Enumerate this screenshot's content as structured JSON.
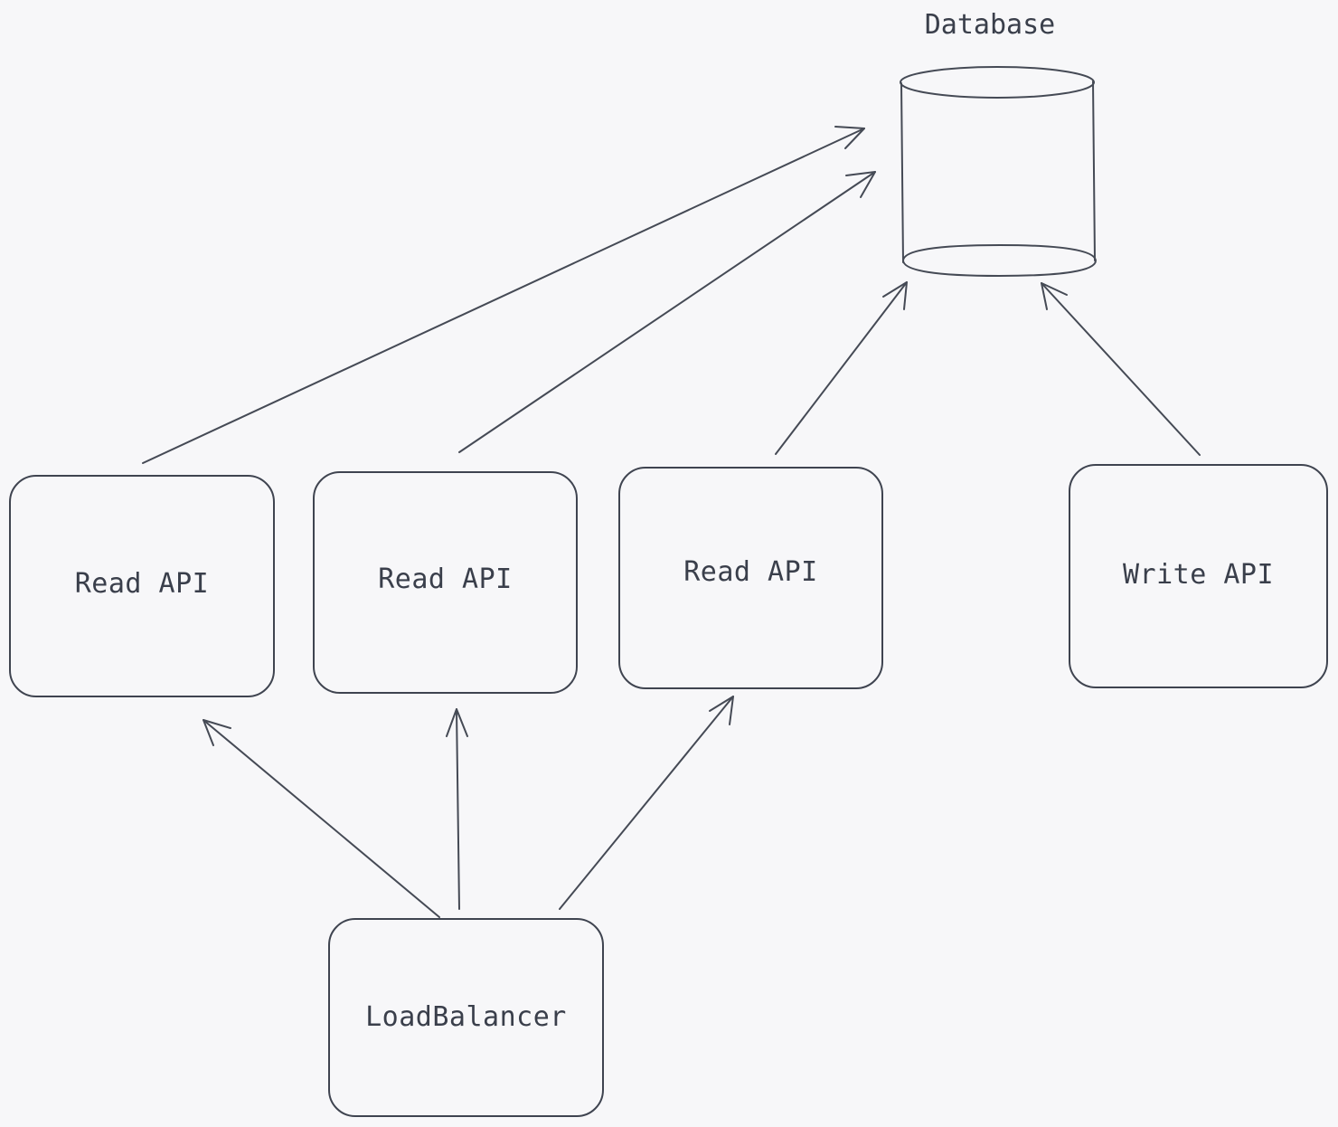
{
  "nodes": {
    "database": {
      "label": "Database"
    },
    "read_api_1": {
      "label": "Read API"
    },
    "read_api_2": {
      "label": "Read API"
    },
    "read_api_3": {
      "label": "Read API"
    },
    "write_api": {
      "label": "Write API"
    },
    "load_balancer": {
      "label": "LoadBalancer"
    }
  },
  "edges": [
    {
      "from": "read_api_1",
      "to": "database"
    },
    {
      "from": "read_api_2",
      "to": "database"
    },
    {
      "from": "read_api_3",
      "to": "database"
    },
    {
      "from": "write_api",
      "to": "database"
    },
    {
      "from": "load_balancer",
      "to": "read_api_1"
    },
    {
      "from": "load_balancer",
      "to": "read_api_2"
    },
    {
      "from": "load_balancer",
      "to": "read_api_3"
    }
  ],
  "colors": {
    "background": "#f7f7f9",
    "stroke": "#3f4450",
    "text": "#3a3f4b"
  }
}
